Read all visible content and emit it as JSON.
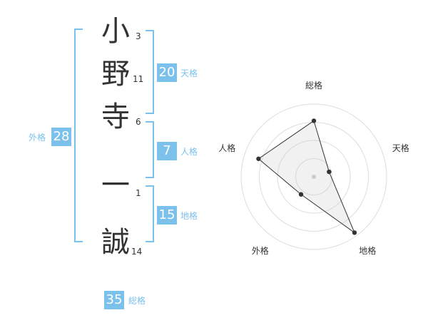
{
  "name": {
    "characters": [
      {
        "char": "小",
        "strokes": "3"
      },
      {
        "char": "野",
        "strokes": "11"
      },
      {
        "char": "寺",
        "strokes": "6"
      },
      {
        "char": "一",
        "strokes": "1"
      },
      {
        "char": "誠",
        "strokes": "14"
      }
    ]
  },
  "fortunes": {
    "tenkaku": {
      "value": "20",
      "label": "天格"
    },
    "jinkaku": {
      "value": "7",
      "label": "人格"
    },
    "chikaku": {
      "value": "15",
      "label": "地格"
    },
    "gaikaku": {
      "value": "28",
      "label": "外格"
    },
    "soukaku": {
      "value": "35",
      "label": "総格"
    }
  },
  "colors": {
    "accent": "#7cc0ec",
    "text": "#333333",
    "grid": "#dddddd"
  },
  "chart_data": {
    "type": "radar",
    "axes": [
      "総格",
      "天格",
      "地格",
      "外格",
      "人格"
    ],
    "values": [
      0.77,
      0.22,
      0.95,
      0.3,
      0.8
    ],
    "rmax": 1,
    "rings": 4
  }
}
